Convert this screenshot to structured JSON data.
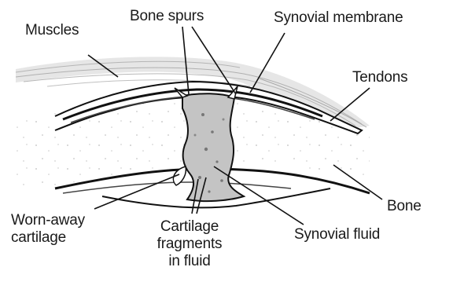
{
  "labels": {
    "muscles": "Muscles",
    "bone_spurs": "Bone spurs",
    "synovial_membrane": "Synovial membrane",
    "tendons": "Tendons",
    "bone": "Bone",
    "worn_away_cartilage": [
      "Worn-away",
      "cartilage"
    ],
    "cartilage_fragments": [
      "Cartilage",
      "fragments",
      "in fluid"
    ],
    "synovial_fluid": "Synovial fluid"
  },
  "colors": {
    "fluid": "#c4c4c4",
    "muscle": "#d9d9d9",
    "outline": "#111111"
  }
}
